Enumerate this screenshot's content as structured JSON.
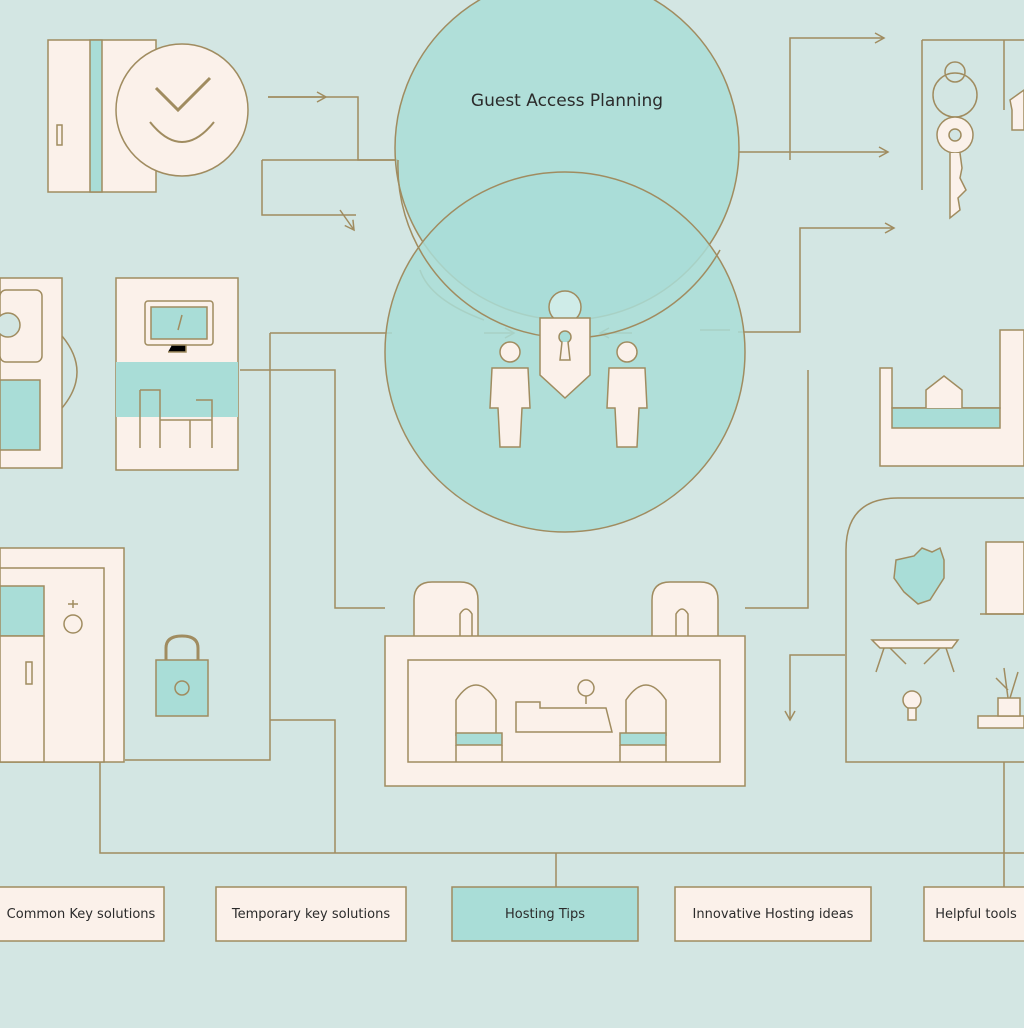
{
  "hub": {
    "title": "Guest Access Planning"
  },
  "labels": [
    {
      "id": "common",
      "text": "Common Key solutions"
    },
    {
      "id": "temporary",
      "text": "Temporary key solutions"
    },
    {
      "id": "hosting",
      "text": "Hosting Tips"
    },
    {
      "id": "innovative",
      "text": "Innovative Hosting ideas"
    },
    {
      "id": "helpful",
      "text": "Helpful tools"
    }
  ],
  "colors": {
    "background": "#d3e6e3",
    "accent": "#a9ddd7",
    "panel": "#fbf1ea",
    "line": "#a08c60",
    "text": "#2b2b2b"
  },
  "icons": [
    "door-check-icon",
    "keys-icon",
    "house-icon",
    "smart-lock-panel-icon",
    "desk-computer-icon",
    "people-lock-icon",
    "bed-icon",
    "door-icon",
    "padlock-icon",
    "reception-desk-icon",
    "decor-shelf-icon"
  ]
}
